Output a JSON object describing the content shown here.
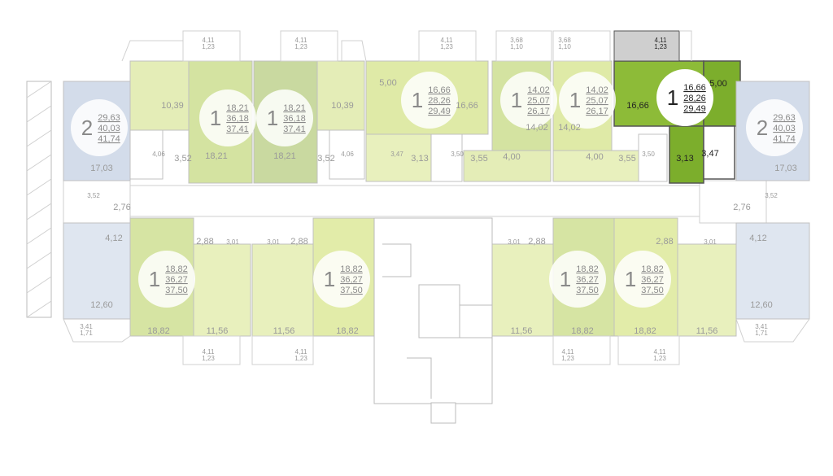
{
  "apartments": [
    {
      "id": "a1",
      "rooms": "1",
      "areas": [
        "18,21",
        "36,18",
        "37,41"
      ],
      "colors": "#d4e3a1"
    },
    {
      "id": "a2",
      "rooms": "1",
      "areas": [
        "18,21",
        "36,18",
        "37,41"
      ],
      "colors": "#c9d9a0"
    },
    {
      "id": "a3",
      "rooms": "1",
      "areas": [
        "16,66",
        "28,26",
        "29,49"
      ],
      "colors": "#dfeaa7"
    },
    {
      "id": "a4",
      "rooms": "1",
      "areas": [
        "14,02",
        "25,07",
        "26,17"
      ],
      "colors": "#d4e3a1"
    },
    {
      "id": "a5",
      "rooms": "1",
      "areas": [
        "14,02",
        "25,07",
        "26,17"
      ],
      "colors": "#dfeaa7"
    },
    {
      "id": "a6",
      "rooms": "1",
      "areas": [
        "16,66",
        "28,26",
        "29,49"
      ],
      "colors": "#8dbb38",
      "selected": true
    },
    {
      "id": "a7",
      "rooms": "2",
      "areas": [
        "29,63",
        "40,03",
        "41,74"
      ],
      "colors": "#d3dcea"
    },
    {
      "id": "a8",
      "rooms": "2",
      "areas": [
        "29,63",
        "40,03",
        "41,74"
      ],
      "colors": "#d3dcea"
    },
    {
      "id": "a9",
      "rooms": "1",
      "areas": [
        "18,82",
        "36,27",
        "37,50"
      ],
      "colors": "#d6e4a3"
    },
    {
      "id": "a10",
      "rooms": "1",
      "areas": [
        "18,82",
        "36,27",
        "37,50"
      ],
      "colors": "#e2eca9"
    },
    {
      "id": "a11",
      "rooms": "1",
      "areas": [
        "18,82",
        "36,27",
        "37,50"
      ],
      "colors": "#d6e4a3"
    },
    {
      "id": "a12",
      "rooms": "1",
      "areas": [
        "18,82",
        "36,27",
        "37,50"
      ],
      "colors": "#e2eca9"
    }
  ],
  "room_labels": {
    "top": [
      "10,39",
      "18,21",
      "18,21",
      "10,39",
      "5,00",
      "16,66",
      "14,02",
      "14,02",
      "16,66",
      "5,00",
      "17,03",
      "17,03"
    ],
    "wc_top": [
      "4,06",
      "3,52",
      "3,52",
      "4,06",
      "3,47",
      "3,13",
      "3,50",
      "3,55",
      "4,00",
      "4,00",
      "3,55",
      "3,50",
      "3,13",
      "3,47"
    ],
    "side": [
      "3,52",
      "2,76",
      "4,12",
      "12,60",
      "3,52",
      "2,76",
      "4,12",
      "12,60"
    ],
    "bottom": [
      "2,88",
      "3,01",
      "3,01",
      "2,88",
      "3,01",
      "2,88",
      "2,88",
      "3,01",
      "18,82",
      "11,56",
      "11,56",
      "18,82",
      "11,56",
      "18,82",
      "18,82",
      "11,56"
    ]
  },
  "balconies": {
    "top": [
      [
        "4,11",
        "1,23"
      ],
      [
        "4,11",
        "1,23"
      ],
      [
        "4,11",
        "1,23"
      ],
      [
        "3,68",
        "1,10"
      ],
      [
        "3,68",
        "1,10"
      ],
      [
        "4,11",
        "1,23"
      ]
    ],
    "bottom": [
      [
        "4,11",
        "1,23"
      ],
      [
        "4,11",
        "1,23"
      ],
      [
        "4,11",
        "1,23"
      ],
      [
        "4,11",
        "1,23"
      ]
    ],
    "corner": [
      [
        "3,41",
        "1,71"
      ],
      [
        "3,41",
        "1,71"
      ]
    ]
  }
}
